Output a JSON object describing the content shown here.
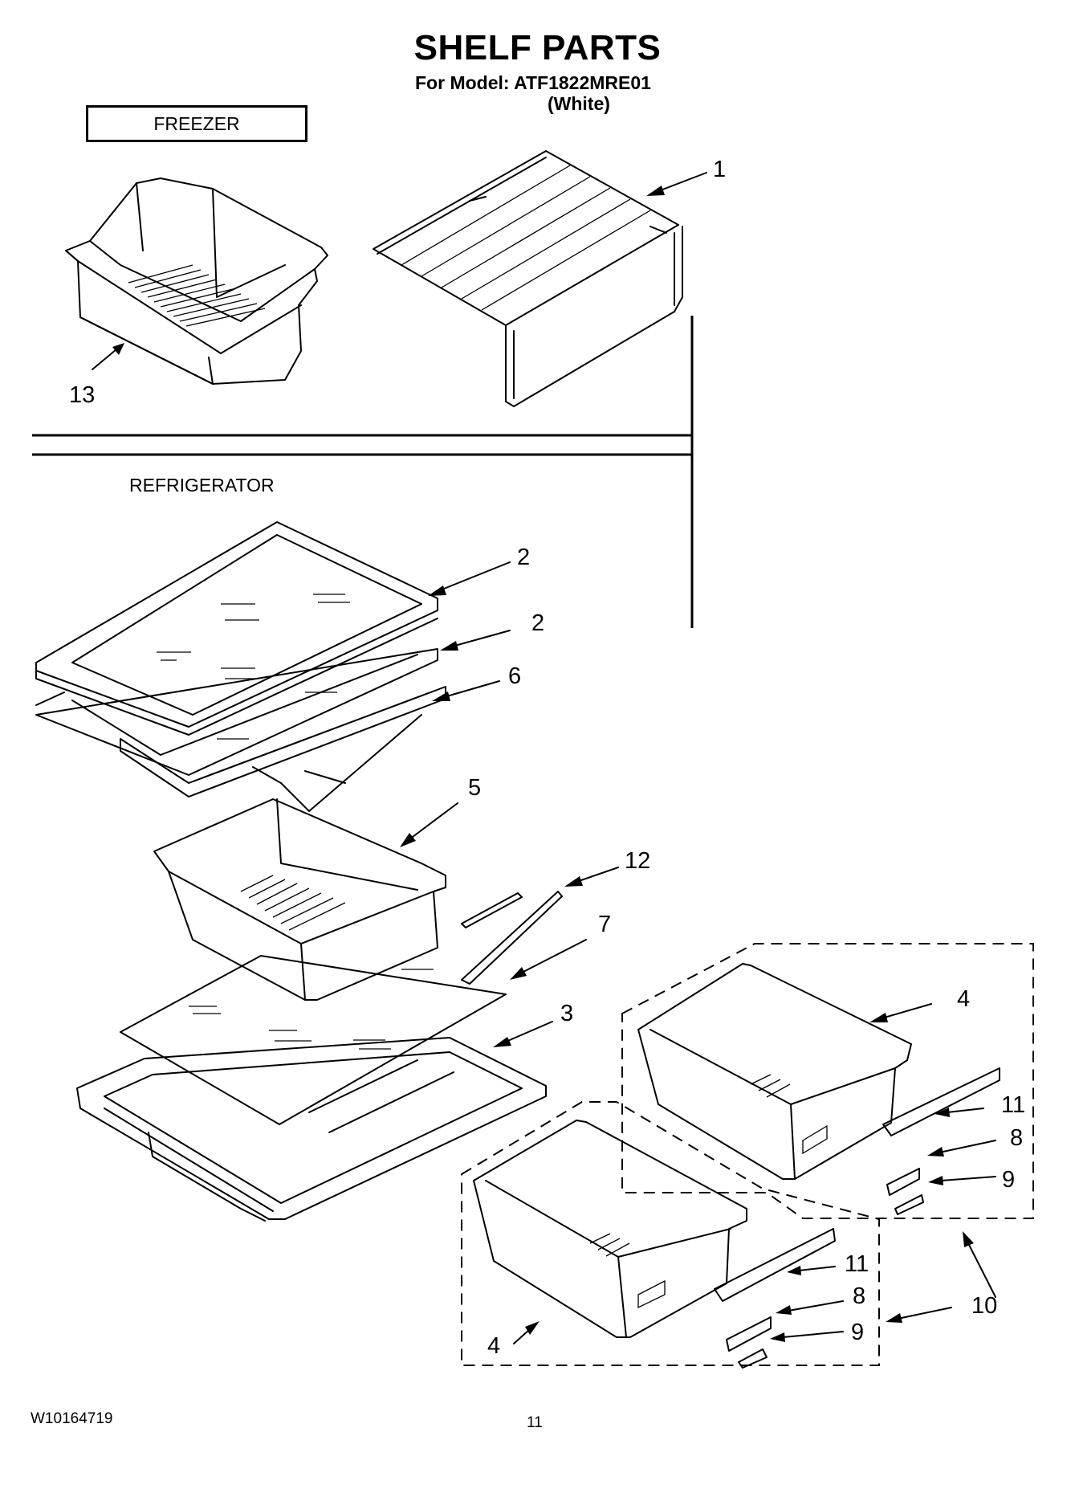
{
  "header": {
    "title": "SHELF PARTS",
    "model_line": "For Model: ATF1822MRE01",
    "color_line": "(White)"
  },
  "sections": {
    "freezer_label": "FREEZER",
    "refrigerator_label": "REFRIGERATOR"
  },
  "callouts": [
    {
      "id": "c1",
      "label": "1"
    },
    {
      "id": "c13",
      "label": "13"
    },
    {
      "id": "c2a",
      "label": "2"
    },
    {
      "id": "c2b",
      "label": "2"
    },
    {
      "id": "c6",
      "label": "6"
    },
    {
      "id": "c5",
      "label": "5"
    },
    {
      "id": "c12",
      "label": "12"
    },
    {
      "id": "c7",
      "label": "7"
    },
    {
      "id": "c3",
      "label": "3"
    },
    {
      "id": "c4a",
      "label": "4"
    },
    {
      "id": "c11a",
      "label": "11"
    },
    {
      "id": "c8a",
      "label": "8"
    },
    {
      "id": "c9a",
      "label": "9"
    },
    {
      "id": "c10",
      "label": "10"
    },
    {
      "id": "c11b",
      "label": "11"
    },
    {
      "id": "c8b",
      "label": "8"
    },
    {
      "id": "c9b",
      "label": "9"
    },
    {
      "id": "c4b",
      "label": "4"
    }
  ],
  "footer": {
    "document_number": "W10164719",
    "page_number": "11"
  }
}
